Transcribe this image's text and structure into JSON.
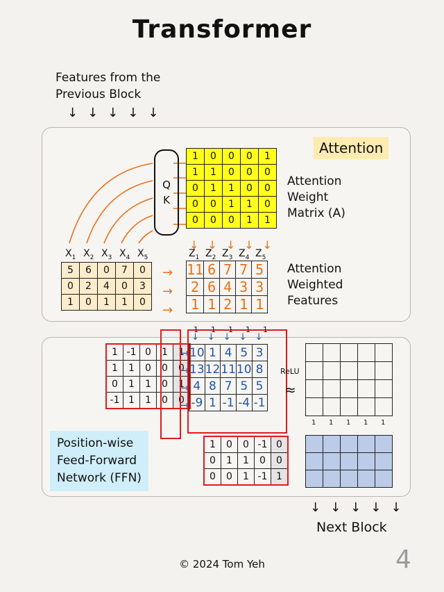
{
  "title": "Transformer",
  "prev_block": {
    "line1": "Features from the",
    "line2": "Previous Block",
    "arrows": "↓↓↓↓↓"
  },
  "attention": {
    "tag": "Attention",
    "qk": {
      "q": "Q",
      "k": "K"
    },
    "weight_label": [
      "Attention",
      "Weight",
      "Matrix (A)"
    ],
    "weights": [
      [
        1,
        0,
        0,
        0,
        1
      ],
      [
        1,
        1,
        0,
        0,
        0
      ],
      [
        0,
        1,
        1,
        0,
        0
      ],
      [
        0,
        0,
        1,
        1,
        0
      ],
      [
        0,
        0,
        0,
        1,
        1
      ]
    ],
    "x_labels": [
      "X1",
      "X2",
      "X3",
      "X4",
      "X5"
    ],
    "z_labels": [
      "Z1",
      "Z2",
      "Z3",
      "Z4",
      "Z5"
    ],
    "features": [
      [
        5,
        6,
        0,
        7,
        0
      ],
      [
        0,
        2,
        4,
        0,
        3
      ],
      [
        1,
        0,
        1,
        1,
        0
      ]
    ],
    "weighted": [
      [
        11,
        6,
        7,
        7,
        5
      ],
      [
        2,
        6,
        4,
        3,
        3
      ],
      [
        1,
        1,
        2,
        1,
        1
      ]
    ],
    "weighted_label": [
      "Attention",
      "Weighted",
      "Features"
    ]
  },
  "ffn": {
    "w1": [
      [
        1,
        -1,
        0,
        1
      ],
      [
        1,
        1,
        0,
        0
      ],
      [
        0,
        1,
        1,
        0
      ],
      [
        -1,
        1,
        1,
        0
      ]
    ],
    "bias1": [
      1,
      0,
      1,
      0
    ],
    "ones_top": [
      1,
      1,
      1,
      1,
      1
    ],
    "hidden": [
      [
        10,
        1,
        4,
        5,
        3
      ],
      [
        13,
        12,
        11,
        10,
        8
      ],
      [
        4,
        8,
        7,
        5,
        5
      ],
      [
        -9,
        1,
        -1,
        -4,
        -1
      ]
    ],
    "relu": "ReLU",
    "approx": "≈",
    "ones_bottom": [
      1,
      1,
      1,
      1,
      1
    ],
    "w2": [
      [
        1,
        0,
        0,
        -1,
        0
      ],
      [
        0,
        1,
        1,
        0,
        0
      ],
      [
        0,
        0,
        1,
        -1,
        1
      ]
    ],
    "label": [
      "Position-wise",
      "Feed-Forward",
      "Network (FFN)"
    ]
  },
  "next_block": {
    "arrows": "↓↓↓↓↓",
    "label": "Next Block"
  },
  "footer": "©  2024 Tom Yeh",
  "page_number": "4",
  "colors": {
    "yellow": "#ffff1a",
    "tan": "#fbeccb",
    "orange": "#e8711a",
    "blue": "#1f57a6",
    "red": "#e01b1b",
    "lightblue": "#bccbe8"
  }
}
